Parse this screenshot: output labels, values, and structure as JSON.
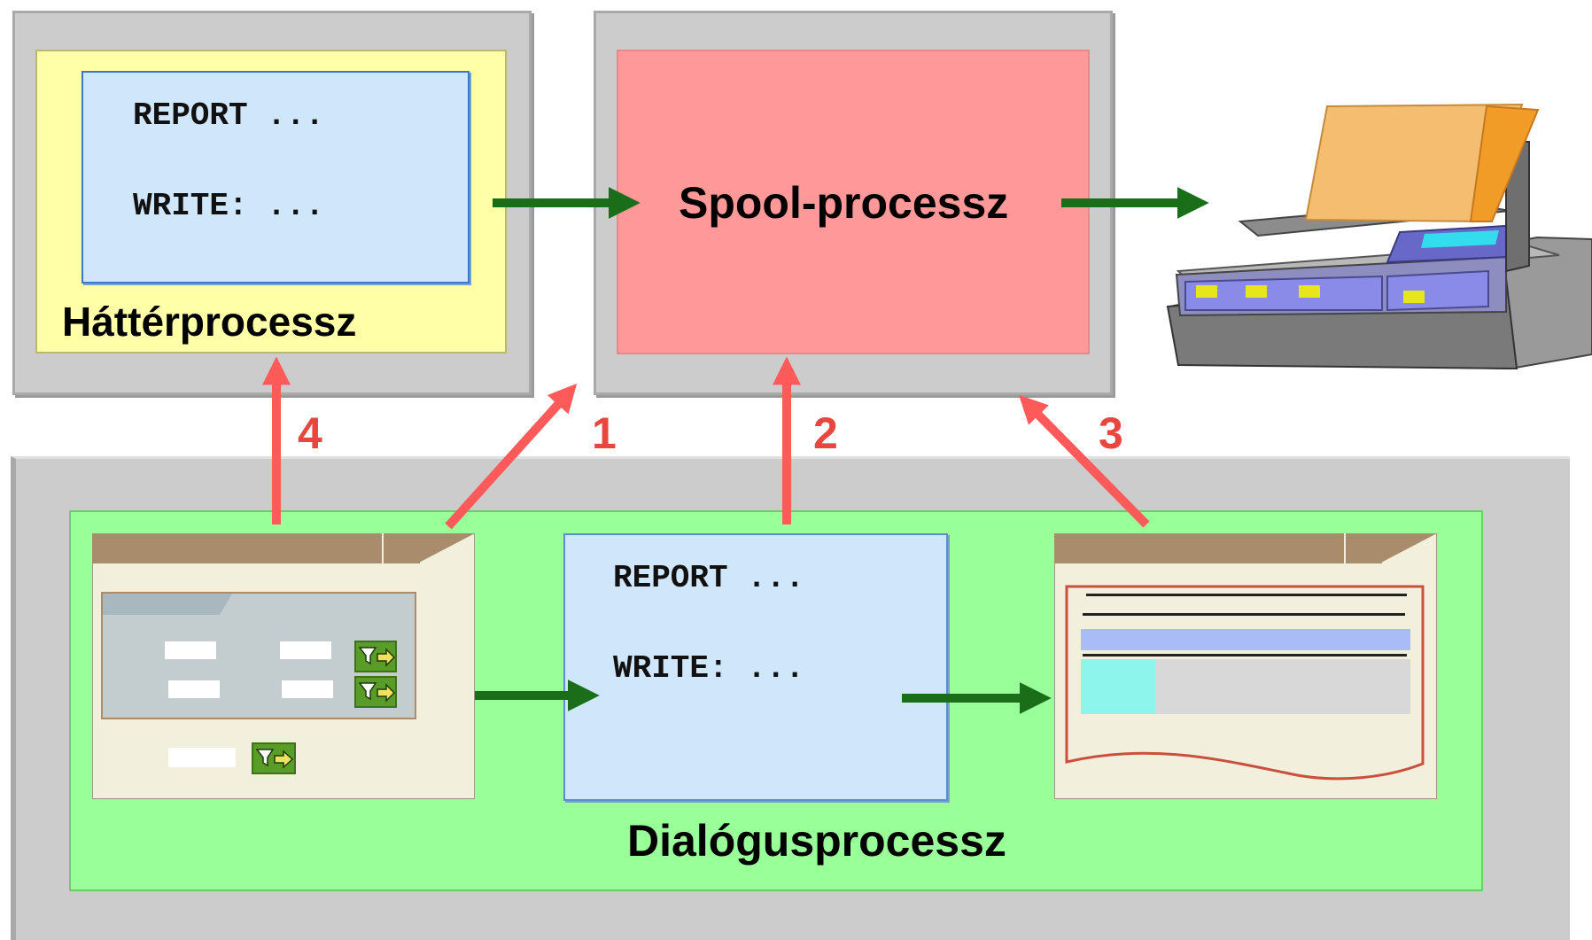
{
  "background_process": {
    "label": "Háttérprocessz",
    "code_line_1": "REPORT ...",
    "code_line_2": "WRITE: ..."
  },
  "spool_process": {
    "label": "Spool-processz"
  },
  "dialog_process": {
    "label": "Dialógusprocessz",
    "code_line_1": "REPORT ...",
    "code_line_2": "WRITE: ..."
  },
  "steps": [
    "1",
    "2",
    "3",
    "4"
  ],
  "icons": {
    "printer": "printer-icon",
    "selection_screen": "selection-screen-window",
    "list_output": "list-output-window",
    "filter": "filter-arrow-icon"
  },
  "colors": {
    "frame_gray": "#cccccc",
    "background_yellow": "#ffffa8",
    "code_blue": "#d0e6fb",
    "spool_red": "#ff9999",
    "dialog_green": "#99ff99",
    "flow_arrow_green": "#1a6e1a",
    "step_arrow_red": "#ff5a5a"
  }
}
